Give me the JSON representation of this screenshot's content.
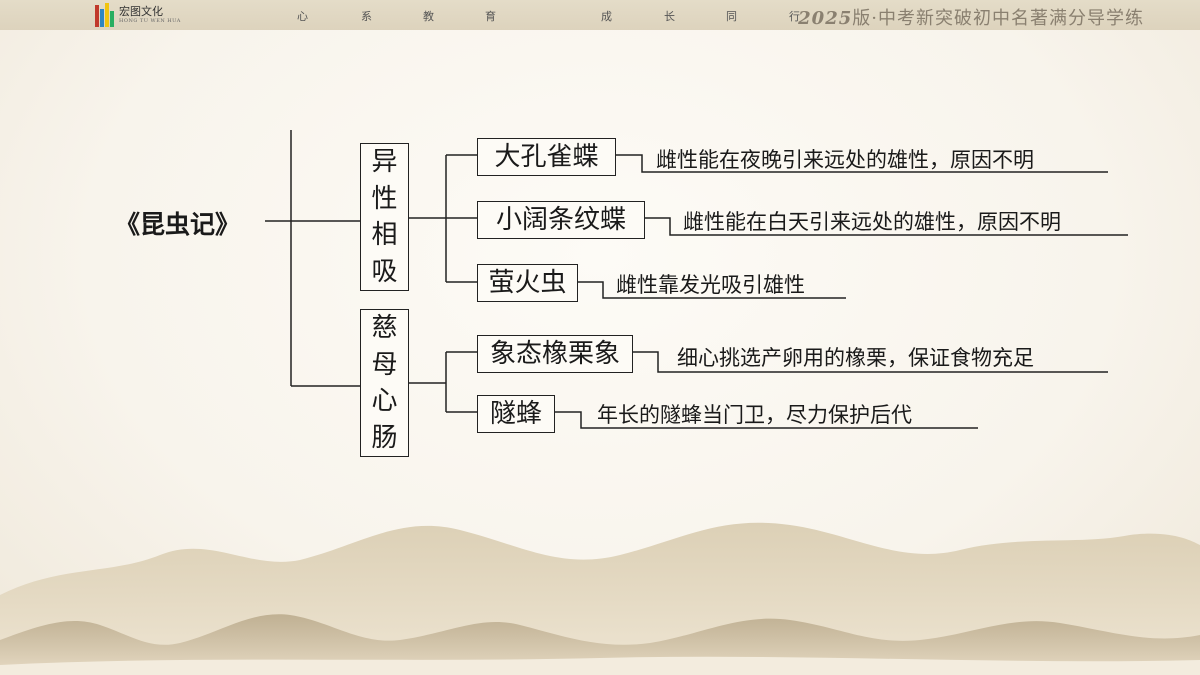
{
  "header": {
    "logo_text": "宏图文化",
    "logo_sub": "HONG TU WEN HUA",
    "slogan_left": [
      "心",
      "系",
      "教",
      "育"
    ],
    "slogan_right": [
      "成",
      "长",
      "同",
      "行"
    ],
    "series_year": "2025",
    "series_title": "版·中考新突破初中名著满分导学练"
  },
  "diagram": {
    "root": "《昆虫记》",
    "groups": [
      {
        "label": "异性相吸",
        "items": [
          {
            "name": "大孔雀蝶",
            "desc": "雌性能在夜晚引来远处的雄性，原因不明"
          },
          {
            "name": "小阔条纹蝶",
            "desc": "雌性能在白天引来远处的雄性，原因不明"
          },
          {
            "name": "萤火虫",
            "desc": "雌性靠发光吸引雄性"
          }
        ]
      },
      {
        "label": "慈母心肠",
        "items": [
          {
            "name": "象态橡栗象",
            "desc": "细心挑选产卵用的橡栗，保证食物充足"
          },
          {
            "name": "隧蜂",
            "desc": "年长的隧蜂当门卫，尽力保护后代"
          }
        ]
      }
    ]
  },
  "colors": {
    "line": "#222222",
    "header_bg": "#e4dcc8",
    "series_text": "#8a8070"
  }
}
